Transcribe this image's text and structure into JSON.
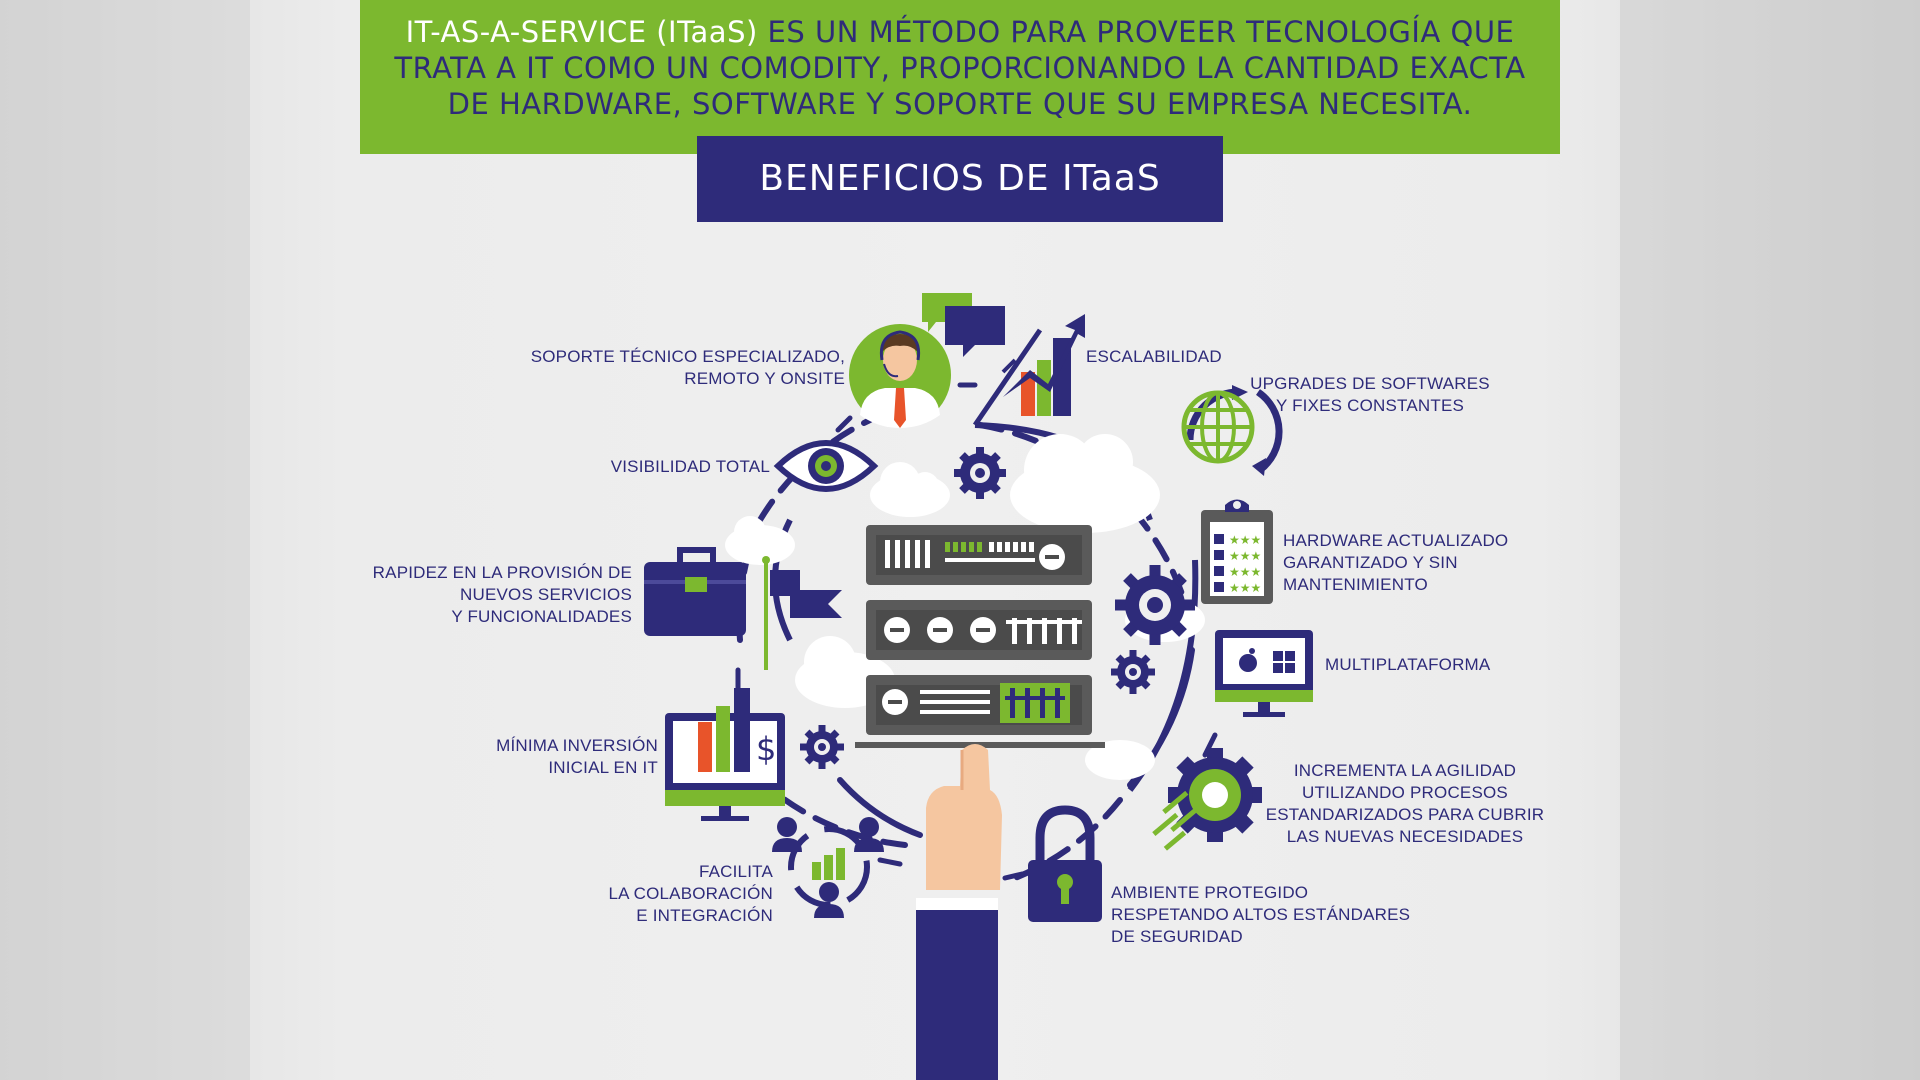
{
  "header": {
    "highlight": "IT-AS-A-SERVICE (ITaaS)",
    "line1_rest": " ES UN MÉTODO PARA PROVEER TECNOLOGÍA QUE",
    "line2": "TRATA A IT COMO UN COMODITY, PROPORCIONANDO LA CANTIDAD EXACTA",
    "line3": "DE HARDWARE, SOFTWARE Y SOPORTE QUE SU EMPRESA NECESITA."
  },
  "badge": {
    "title": "BENEFICIOS DE ITaaS"
  },
  "benefits": {
    "soporte": [
      "SOPORTE TÉCNICO ESPECIALIZADO,",
      "REMOTO Y ONSITE"
    ],
    "visibilidad": [
      "VISIBILIDAD TOTAL"
    ],
    "rapidez": [
      "RAPIDEZ EN LA PROVISIÓN DE",
      "NUEVOS SERVICIOS",
      "Y FUNCIONALIDADES"
    ],
    "inversion": [
      "MÍNIMA INVERSIÓN",
      "INICIAL EN IT"
    ],
    "colaboracion": [
      "FACILITA",
      "LA COLABORACIÓN",
      "E INTEGRACIÓN"
    ],
    "escalabilidad": [
      "ESCALABILIDAD"
    ],
    "upgrades": [
      "UPGRADES DE SOFTWARES",
      "Y FIXES CONSTANTES"
    ],
    "hardware": [
      "HARDWARE ACTUALIZADO",
      "GARANTIZADO Y SIN",
      "MANTENIMIENTO"
    ],
    "multiplataforma": [
      "MULTIPLATAFORMA"
    ],
    "agilidad": [
      "INCREMENTA LA AGILIDAD",
      "UTILIZANDO PROCESOS",
      "ESTANDARIZADOS PARA CUBRIR",
      "LAS NUEVAS NECESIDADES"
    ],
    "seguridad": [
      "AMBIENTE PROTEGIDO",
      "RESPETANDO ALTOS ESTÁNDARES",
      "DE SEGURIDAD"
    ]
  },
  "icons": [
    "support-agent-icon",
    "eye-icon",
    "briefcase-icon",
    "flag-icon",
    "monitor-chart-icon",
    "team-icon",
    "growth-chart-icon",
    "globe-refresh-icon",
    "clipboard-checklist-icon",
    "monitor-os-icon",
    "gear-speed-icon",
    "padlock-icon",
    "server-rack-icon",
    "hand-pointer-icon",
    "gear-icon",
    "cloud-icon"
  ],
  "colors": {
    "navy": "#2e2b7a",
    "green": "#7cb82f",
    "gray": "#5a5a5a",
    "orange": "#e8542a",
    "skin": "#f5c6a0"
  }
}
